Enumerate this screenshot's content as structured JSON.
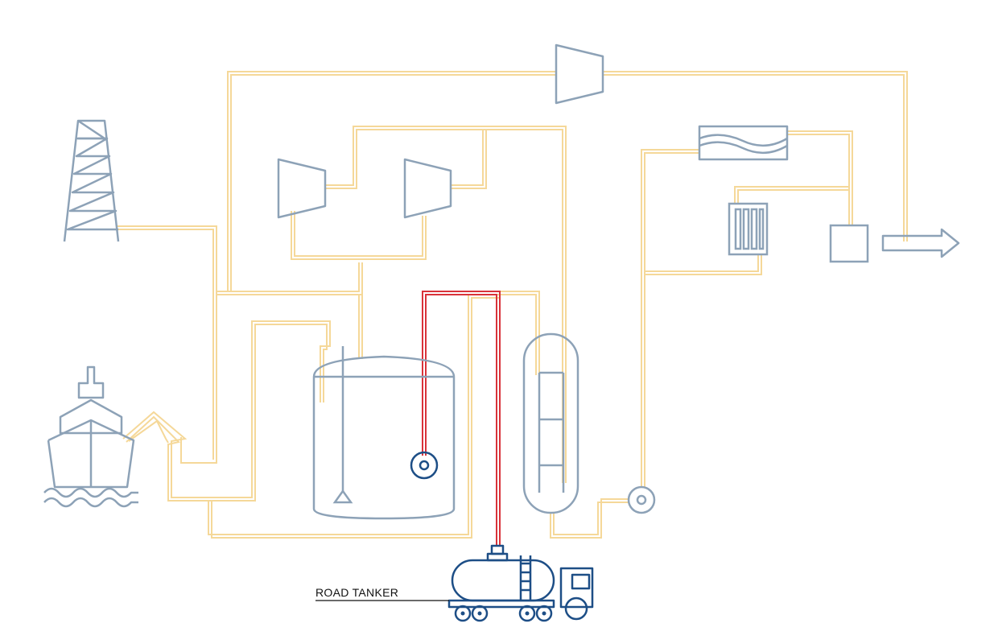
{
  "labels": {
    "road_tanker": "ROAD TANKER"
  },
  "colors": {
    "equipment": "#8da2b7",
    "pipe": "#f5d899",
    "loading_line": "#d9333a",
    "tanker": "#1d4e86",
    "label": "#111111",
    "background": "#ffffff"
  },
  "components": [
    {
      "name": "drilling-rig-icon"
    },
    {
      "name": "lng-ship-icon"
    },
    {
      "name": "storage-tank"
    },
    {
      "name": "submerged-pump-icon"
    },
    {
      "name": "vaporizer-column"
    },
    {
      "name": "booster-pump-icon"
    },
    {
      "name": "top-compressor-icon"
    },
    {
      "name": "left-compressor-icon"
    },
    {
      "name": "right-compressor-icon"
    },
    {
      "name": "heat-exchanger-icon"
    },
    {
      "name": "plate-heater-icon"
    },
    {
      "name": "metering-station-icon"
    },
    {
      "name": "export-arrow-icon"
    },
    {
      "name": "road-tanker-icon"
    }
  ]
}
